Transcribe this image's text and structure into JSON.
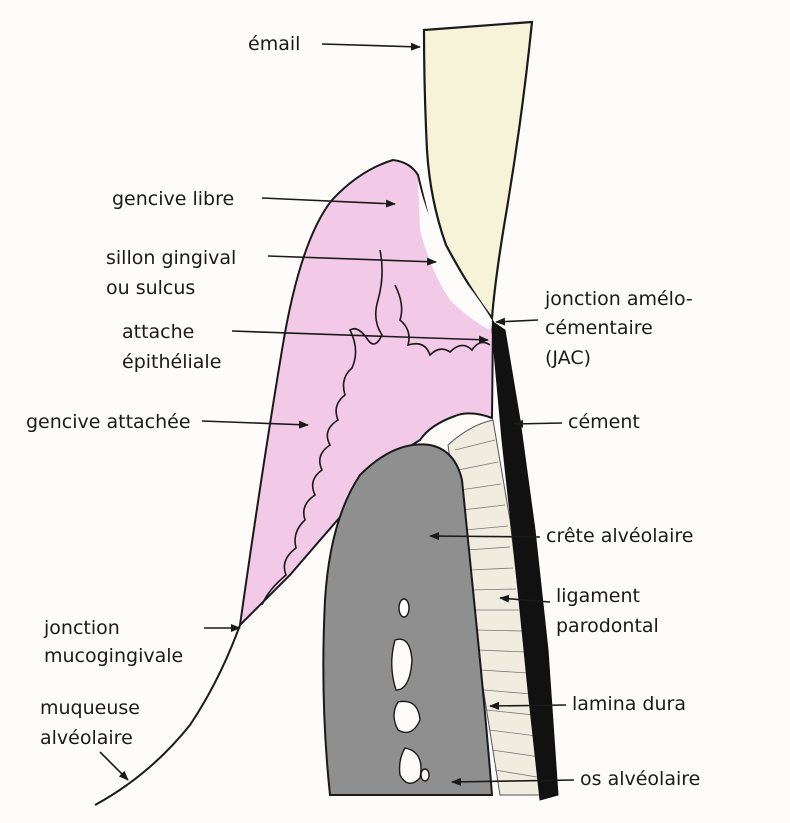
{
  "colors": {
    "background": "#fdfcfa",
    "enamel": "#f7f3d9",
    "gingiva": "#f2c9e6",
    "bone": "#8f8f8f",
    "ligament": "#f0ecdf",
    "ink": "#1a1a1a"
  },
  "labels": {
    "email": "émail",
    "gencive_libre": "gencive libre",
    "sillon_line1": "sillon gingival",
    "sillon_line2": "ou sulcus",
    "attache_line1": "attache",
    "attache_line2": "épithéliale",
    "gencive_attachee": "gencive attachée",
    "jonction_mg_line1": "jonction",
    "jonction_mg_line2": "mucogingivale",
    "muqueuse_line1": "muqueuse",
    "muqueuse_line2": "alvéolaire",
    "jac_line1": "jonction amélo-",
    "jac_line2": "cémentaire",
    "jac_line3": "(JAC)",
    "cement": "cément",
    "crete": "crête alvéolaire",
    "ligament_line1": "ligament",
    "ligament_line2": "parodontal",
    "lamina": "lamina dura",
    "os": "os alvéolaire"
  }
}
